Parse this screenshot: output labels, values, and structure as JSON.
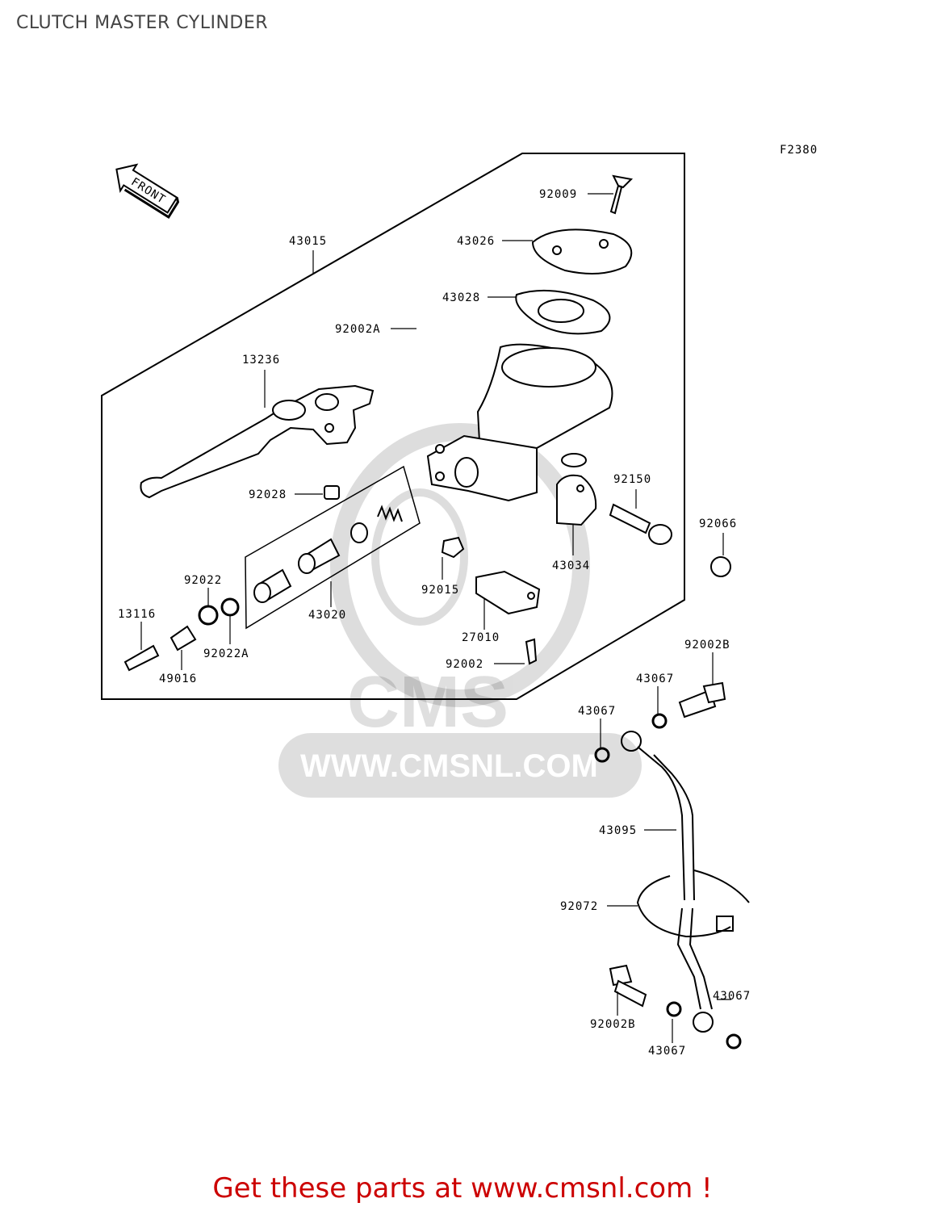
{
  "title": "CLUTCH MASTER CYLINDER",
  "figure_code": "F2380",
  "front_label": "FRONT",
  "watermark": {
    "brand": "CMS",
    "url": "WWW.CMSNL.COM"
  },
  "footer": "Get these parts at www.cmsnl.com !",
  "parts": [
    "92009",
    "43026",
    "43015",
    "43028",
    "92002A",
    "13236",
    "92150",
    "92066",
    "92028",
    "43034",
    "92022",
    "92015",
    "43020",
    "13116",
    "92022A",
    "27010",
    "49016",
    "92002",
    "92002B",
    "43067",
    "43067",
    "43095",
    "92072",
    "92002B",
    "43067",
    "43067"
  ]
}
